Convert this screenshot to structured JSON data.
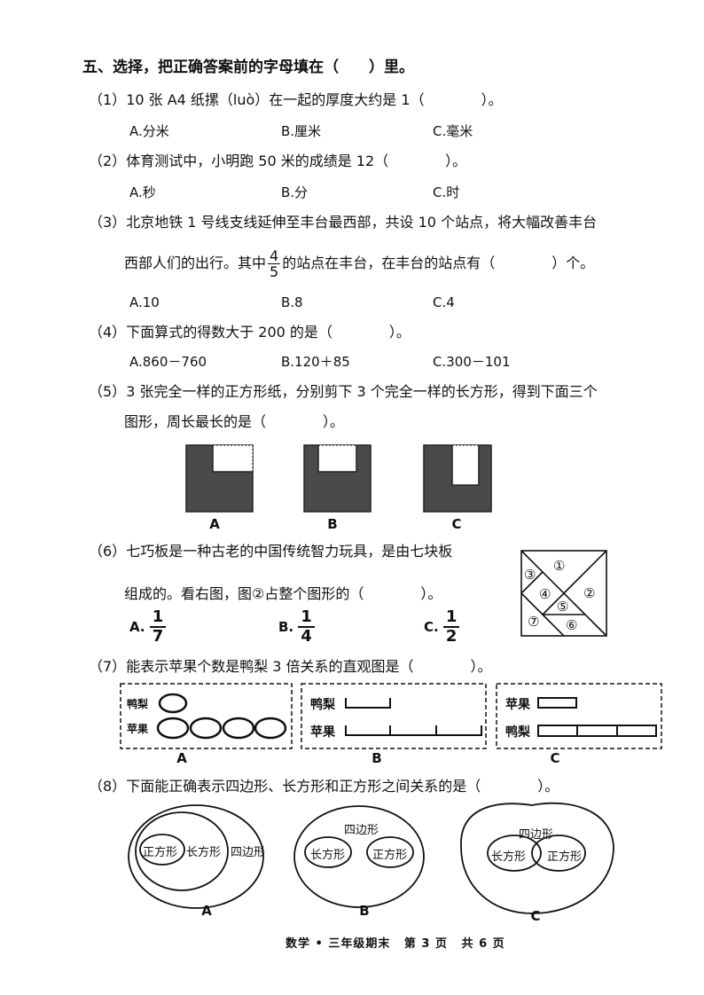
{
  "section": {
    "title": "五、选择，把正确答案前的字母填在（　　）里。"
  },
  "questions": [
    {
      "num": "（1）",
      "stem": "10 张 A4 纸摞（luò）在一起的厚度大约是 1（　　　　）。",
      "options": [
        "A.分米",
        "B.厘米",
        "C.毫米"
      ]
    },
    {
      "num": "（2）",
      "stem": "体育测试中，小明跑 50 米的成绩是 12（　　　　）。",
      "options": [
        "A.秒",
        "B.分",
        "C.时"
      ]
    },
    {
      "num": "（3）",
      "stem_line1": "北京地铁 1 号线支线延伸至丰台最西部，共设 10 个站点，将大幅改善丰台",
      "stem_line2_pre": "西部人们的出行。其中",
      "fraction": {
        "num": "4",
        "den": "5"
      },
      "stem_line2_post": "的站点在丰台，在丰台的站点有（　　　　）个。",
      "options": [
        "A.10",
        "B.8",
        "C.4"
      ]
    },
    {
      "num": "（4）",
      "stem": "下面算式的得数大于 200 的是（　　　　）。",
      "options": [
        "A.860－760",
        "B.120＋85",
        "C.300－101"
      ]
    },
    {
      "num": "（5）",
      "stem_line1": "3 张完全一样的正方形纸，分别剪下 3 个完全一样的长方形，得到下面三个",
      "stem_line2": "图形，周长最长的是（　　　　）。",
      "figure_labels": [
        "A",
        "B",
        "C"
      ]
    },
    {
      "num": "（6）",
      "stem_line1": "七巧板是一种古老的中国传统智力玩具，是由七块板",
      "stem_line2": "组成的。看右图，图②占整个图形的（　　　　）。",
      "options": [
        {
          "letter": "A.",
          "num": "1",
          "den": "7"
        },
        {
          "letter": "B.",
          "num": "1",
          "den": "4"
        },
        {
          "letter": "C.",
          "num": "1",
          "den": "2"
        }
      ],
      "tangram_labels": [
        "①",
        "②",
        "③",
        "④",
        "⑤",
        "⑥",
        "⑦"
      ]
    },
    {
      "num": "（7）",
      "stem": "能表示苹果个数是鸭梨 3 倍关系的直观图是（　　　　）。",
      "diagrams": [
        {
          "label": "A",
          "row1": "鸭梨",
          "row2": "苹果"
        },
        {
          "label": "B",
          "row1": "鸭梨",
          "row2": "苹果"
        },
        {
          "label": "C",
          "row1": "苹果",
          "row2": "鸭梨"
        }
      ]
    },
    {
      "num": "（8）",
      "stem": "下面能正确表示四边形、长方形和正方形之间关系的是（　　　　）。",
      "diagrams": [
        {
          "label": "A",
          "outer": "四边形",
          "middle": "长方形",
          "inner": "正方形"
        },
        {
          "label": "B",
          "outer": "四边形",
          "left": "长方形",
          "right": "正方形"
        },
        {
          "label": "C",
          "outer": "四边形",
          "left": "长方形",
          "right": "正方形"
        }
      ]
    }
  ],
  "footer": {
    "subject": "数学 • 三年级期末",
    "page": "第 3 页",
    "total": "共 6 页"
  }
}
